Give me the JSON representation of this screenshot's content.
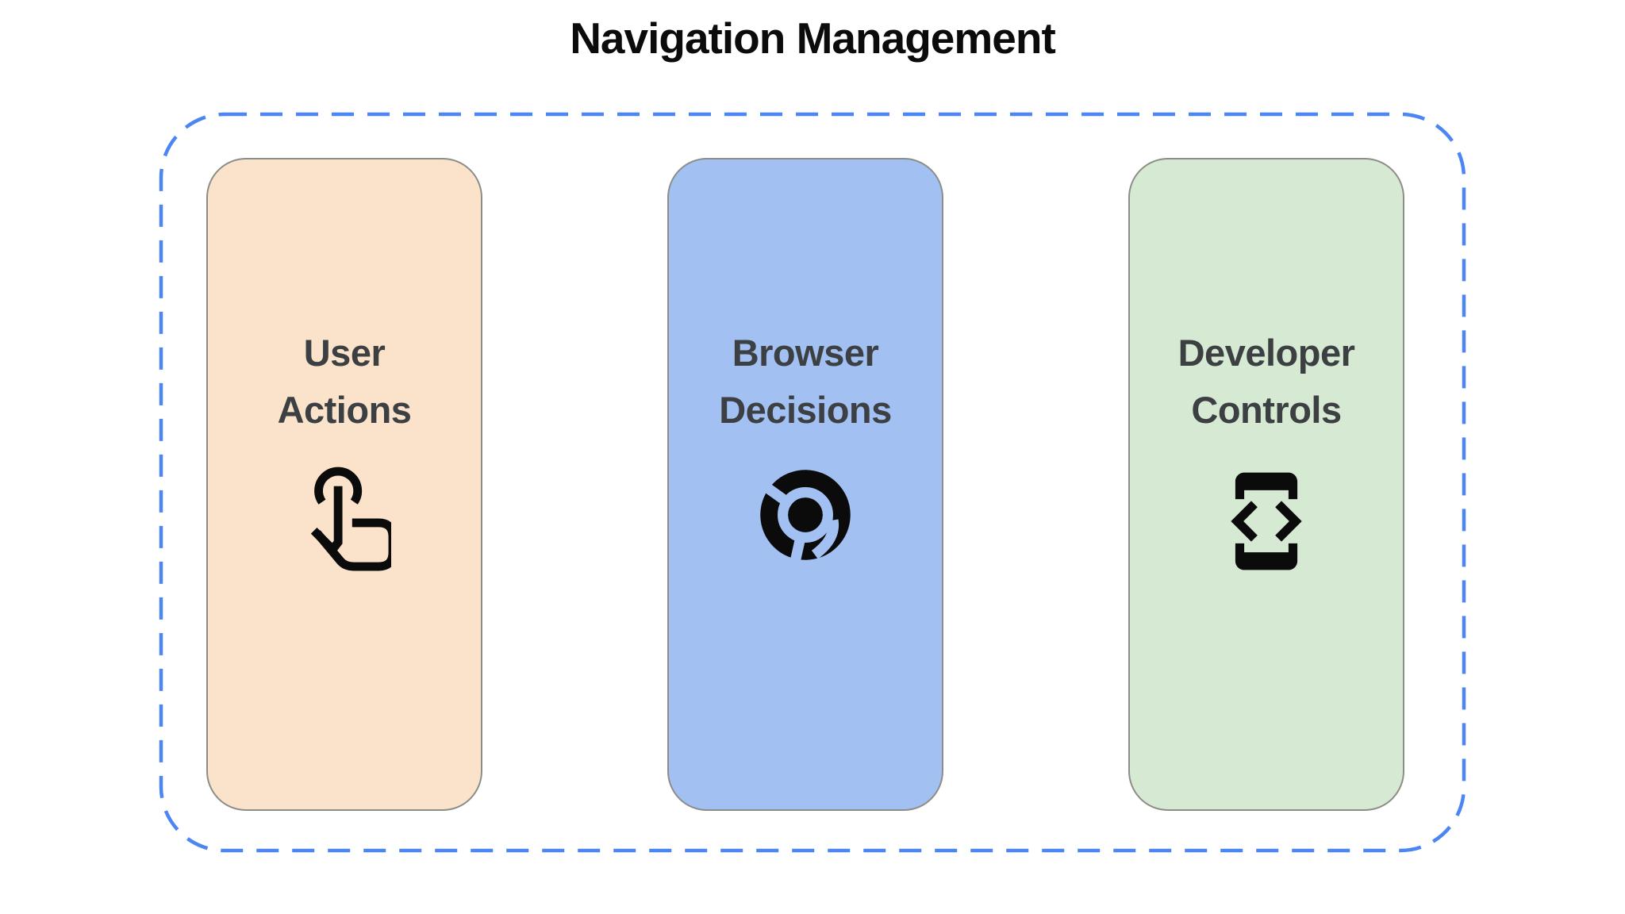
{
  "title": "Navigation Management",
  "diagram": {
    "container_border_color": "#4c85f4",
    "card_outline_color": "#8d8d88",
    "label_color": "#3c4043",
    "icon_color": "#0b0b0b",
    "cards": [
      {
        "id": "user-actions",
        "label_line1": "User",
        "label_line2": "Actions",
        "icon": "tap-gesture-icon",
        "bg": "#fbe3cb"
      },
      {
        "id": "browser-decisions",
        "label_line1": "Browser",
        "label_line2": "Decisions",
        "icon": "chrome-browser-icon",
        "bg": "#a2c0f1"
      },
      {
        "id": "developer-controls",
        "label_line1": "Developer",
        "label_line2": "Controls",
        "icon": "developer-mode-icon",
        "bg": "#d6e9d3"
      }
    ]
  }
}
